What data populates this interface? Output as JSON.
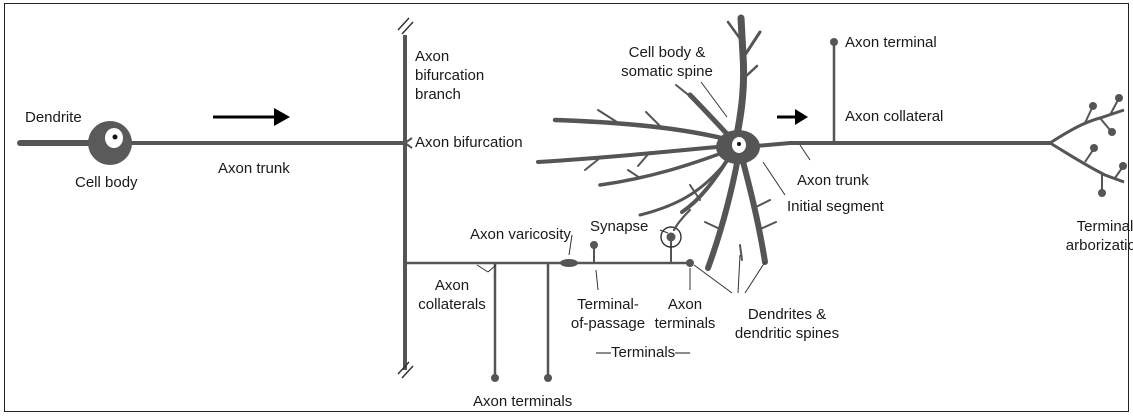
{
  "labels": {
    "dendrite": "Dendrite",
    "cell_body_left": "Cell body",
    "axon_trunk_left": "Axon trunk",
    "axon_bifurcation_branch": "Axon\nbifurcation\nbranch",
    "axon_bifurcation": "Axon bifurcation",
    "cell_body_somatic_spine": "Cell body &\nsomatic spine",
    "axon_terminal_top": "Axon terminal",
    "axon_collateral_right": "Axon collateral",
    "axon_trunk_right": "Axon trunk",
    "initial_segment": "Initial segment",
    "terminal_arborization": "Terminal\narborization",
    "synapse": "Synapse",
    "axon_varicosity": "Axon varicosity",
    "axon_collaterals": "Axon\ncollaterals",
    "terminal_of_passage": "Terminal-\nof-passage",
    "axon_terminals_mid": "Axon\nterminals",
    "dendrites_spines": "Dendrites &\ndendritic spines",
    "terminals_bracket": "—Terminals—",
    "axon_terminals_bottom": "Axon terminals"
  },
  "colors": {
    "neuron": "#555555",
    "line": "#3a3a3a",
    "text": "#1a1a1a",
    "arrow": "#000000"
  }
}
